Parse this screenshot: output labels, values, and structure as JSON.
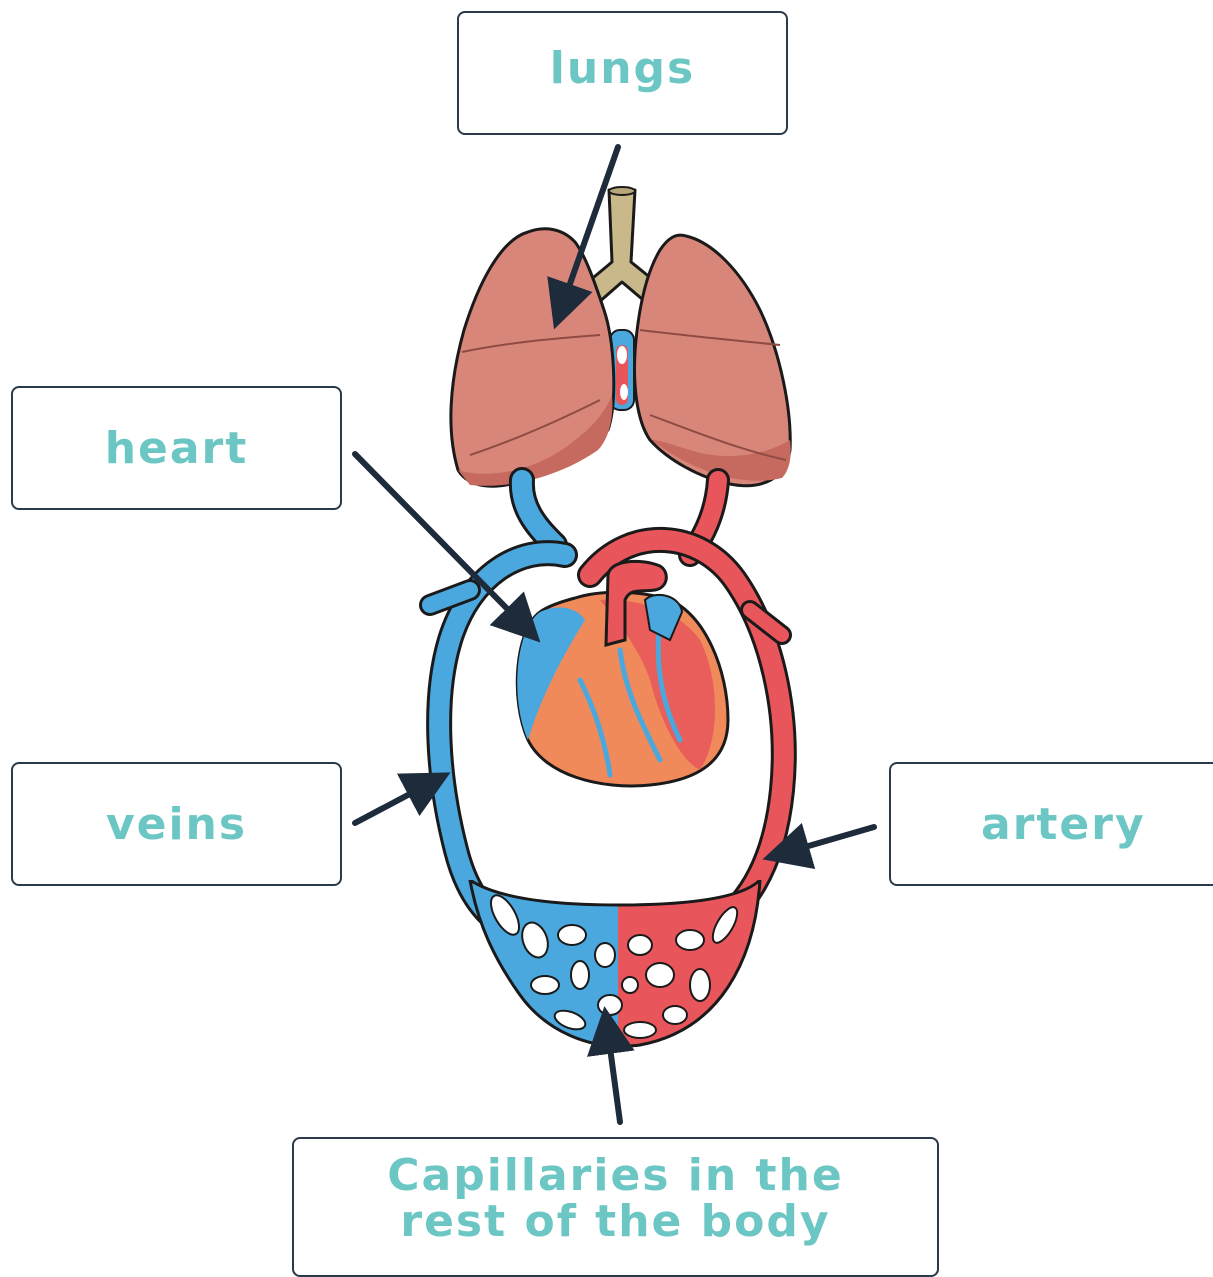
{
  "labels": {
    "lungs": "lungs",
    "heart": "heart",
    "veins": "veins",
    "artery": "artery",
    "capillaries_line1": "Capillaries in the",
    "capillaries_line2": "rest of the body"
  },
  "colors": {
    "label_text": "#6cc6c4",
    "box_border": "#2b3a4a",
    "arrow": "#1d2b3a",
    "lung_fill": "#d9867a",
    "lung_shade": "#c66a60",
    "trachea": "#c9b88a",
    "vein_blue": "#4aa8de",
    "artery_red": "#e8565c",
    "heart_orange": "#f08a5a",
    "outline": "#1a1a1a"
  }
}
